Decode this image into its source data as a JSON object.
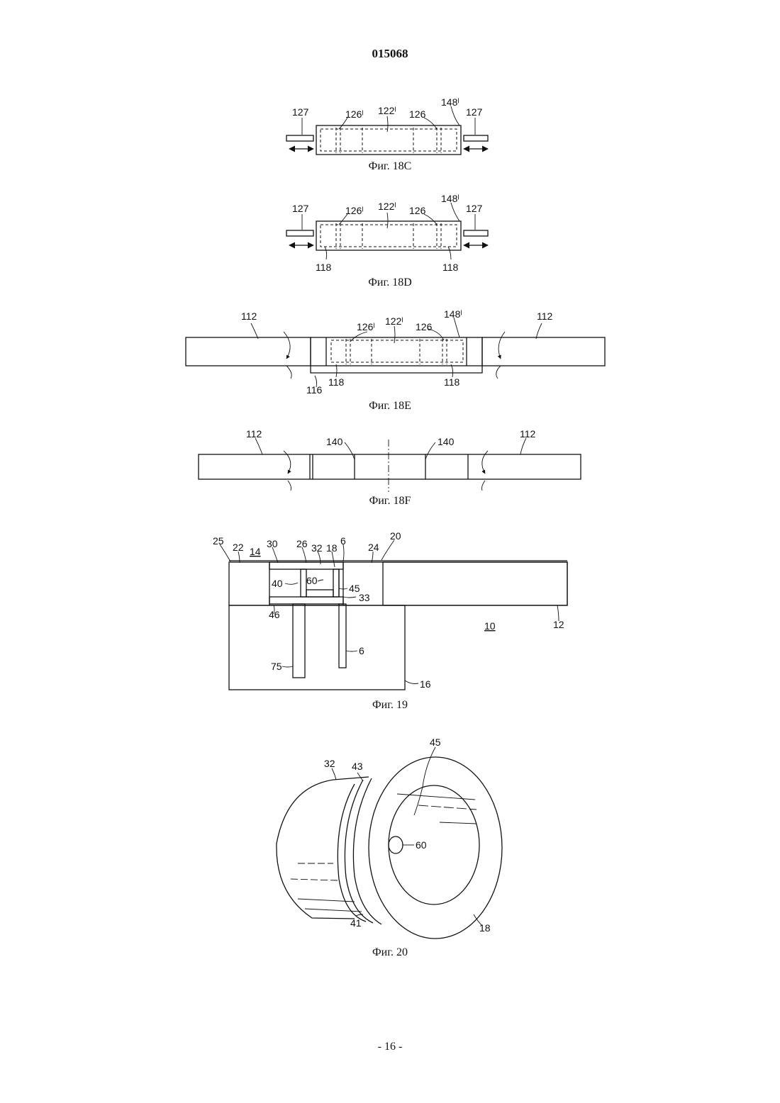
{
  "document": {
    "doc_number": "015068",
    "page_number": "- 16 -"
  },
  "figures": {
    "fig18c": {
      "caption": "Фиг. 18C",
      "labels": {
        "l127a": "127",
        "l126p": "126ˡ",
        "l122p": "122ˡ",
        "l126": "126",
        "l148p": "148ˡ",
        "l127b": "127"
      }
    },
    "fig18d": {
      "caption": "Фиг. 18D",
      "labels": {
        "l127a": "127",
        "l126p": "126ˡ",
        "l122p": "122ˡ",
        "l126": "126",
        "l148p": "148ˡ",
        "l127b": "127",
        "l118a": "118",
        "l118b": "118"
      }
    },
    "fig18e": {
      "caption": "Фиг. 18E",
      "labels": {
        "l112a": "112",
        "l126p": "126ˡ",
        "l122p": "122ˡ",
        "l126": "126",
        "l148p": "148ˡ",
        "l112b": "112",
        "l116": "116",
        "l118a": "118",
        "l118b": "118"
      }
    },
    "fig18f": {
      "caption": "Фиг. 18F",
      "labels": {
        "l112a": "112",
        "l140a": "140",
        "l140b": "140",
        "l112b": "112"
      }
    },
    "fig19": {
      "caption": "Фиг. 19",
      "labels": {
        "l25": "25",
        "l22": "22",
        "l14": "14",
        "l30": "30",
        "l26": "26",
        "l32": "32",
        "l18": "18",
        "l6a": "6",
        "l20": "20",
        "l24": "24",
        "l40": "40",
        "l60": "60",
        "l45": "45",
        "l33": "33",
        "l46": "46",
        "l10": "10",
        "l12": "12",
        "l6b": "6",
        "l75": "75",
        "l16": "16"
      }
    },
    "fig20": {
      "caption": "Фиг. 20",
      "labels": {
        "l32": "32",
        "l43": "43",
        "l45": "45",
        "l60": "60",
        "l41": "41",
        "l18": "18"
      }
    }
  }
}
